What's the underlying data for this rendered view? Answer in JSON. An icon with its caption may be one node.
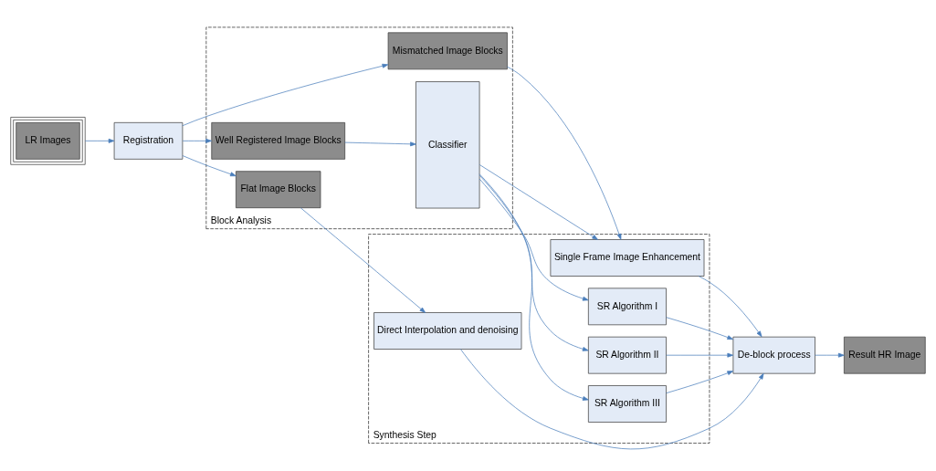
{
  "diagram": {
    "nodes": [
      {
        "text": [
          "LR Images"
        ]
      },
      {
        "text": [
          "Registration"
        ]
      },
      {
        "text": [
          "Block Analysis"
        ]
      },
      {
        "text": [
          "Flat Image Blocks"
        ],
        "in": 2
      },
      {
        "text": [
          "Mismatched Image Blocks"
        ],
        "in": 2
      },
      {
        "text": [
          "Well Registered Image Blocks"
        ],
        "in": 2
      },
      {
        "text": [
          "Classifier"
        ],
        "in": 2
      },
      {
        "text": [
          "Synthesis Step"
        ]
      },
      {
        "text": [
          "Direct Interpolation and denoising"
        ],
        "in": 7
      },
      {
        "text": [
          "Single Frame Image Enhancement"
        ],
        "in": 7
      },
      {
        "text": [
          "SR Algorithm I"
        ],
        "in": 7
      },
      {
        "text": [
          "SR Algorithm II"
        ],
        "in": 7
      },
      {
        "text": [
          "SR Algorithm III"
        ],
        "in": 7
      },
      {
        "text": [
          "De-block process"
        ]
      },
      {
        "text": [
          "Result HR Image"
        ]
      }
    ],
    "edges": [
      {
        "from": 0,
        "to": 1,
        "arrow": "to"
      },
      {
        "from": 1,
        "to": 3,
        "arrow": "to"
      },
      {
        "from": 1,
        "to": 4,
        "arrow": "to"
      },
      {
        "from": 1,
        "to": 5,
        "arrow": "to"
      },
      {
        "from": 3,
        "to": 8,
        "arrow": "to"
      },
      {
        "from": 4,
        "to": 9,
        "arrow": "to"
      },
      {
        "from": 5,
        "to": 6,
        "arrow": "to"
      },
      {
        "from": 6,
        "to": 9,
        "arrow": "to"
      },
      {
        "from": 6,
        "to": 10,
        "arrow": "to"
      },
      {
        "from": 6,
        "to": 11,
        "arrow": "to"
      },
      {
        "from": 6,
        "to": 12,
        "arrow": "to"
      },
      {
        "from": 8,
        "to": 13,
        "arrow": "to"
      },
      {
        "from": 9,
        "to": 13,
        "arrow": "to"
      },
      {
        "from": 10,
        "to": 13,
        "arrow": "to"
      },
      {
        "from": 11,
        "to": 13,
        "arrow": "to"
      },
      {
        "from": 12,
        "to": 13,
        "arrow": "to"
      },
      {
        "from": 13,
        "to": 14,
        "arrow": "to"
      }
    ]
  }
}
